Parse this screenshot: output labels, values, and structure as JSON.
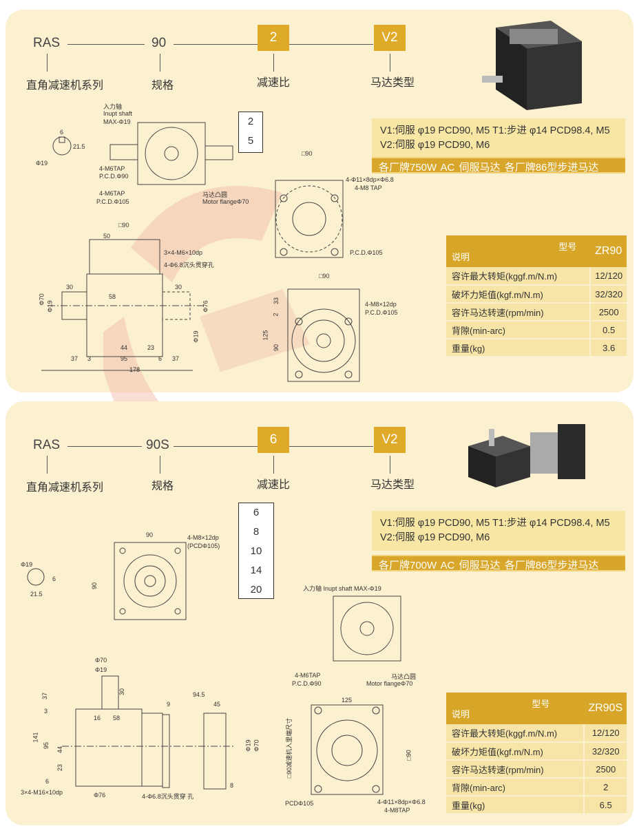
{
  "section1": {
    "code": {
      "series": "RAS",
      "size": "90",
      "ratio": "2",
      "motor": "V2"
    },
    "captions": {
      "series": "直角减速机系列",
      "size": "规格",
      "ratio": "减速比",
      "motor": "马达类型"
    },
    "ratios": [
      "2",
      "5"
    ],
    "spec_lines": [
      "V1:伺服 φ19  PCD90, M5  T1:步进 φ14  PCD98.4, M5",
      "V2:伺服 φ19  PCD90, M6"
    ],
    "band": "各厂牌750W AC 伺服马达     各厂牌86型步进马达",
    "table": {
      "header_left": "说明",
      "header_mid": "型号",
      "model": "ZR90",
      "rows": [
        {
          "label": "容许最大转矩(kggf.m/N.m)",
          "value": "12/120"
        },
        {
          "label": "破坏力矩值(kgf.m/N.m)",
          "value": "32/320"
        },
        {
          "label": "容许马达转速(rpm/min)",
          "value": "2500"
        },
        {
          "label": "背隙(min-arc)",
          "value": "0.5"
        },
        {
          "label": "重量(kg)",
          "value": "3.6"
        }
      ]
    },
    "drawing_labels": [
      "入力轴",
      "Inupt shaft",
      "MAX-Φ19",
      "Φ19",
      "6",
      "21.5",
      "4-M6TAP",
      "P.C.D.Φ90",
      "4-M6TAP",
      "P.C.D.Φ105",
      "马达凸圆",
      "Motor flangeΦ70",
      "□90",
      "4-Φ11×8dp×Φ6.8",
      "4-M8 TAP",
      "P.C.D.Φ105",
      "□90",
      "50",
      "3×4-M6×10dp",
      "4-Φ6.8沉头贯穿孔",
      "30",
      "30",
      "58",
      "Φ70",
      "Φ19",
      "Φ76",
      "Φ19",
      "44",
      "23",
      "37",
      "3",
      "95",
      "6",
      "37",
      "178",
      "□90",
      "4-M8×12dp",
      "P.C.D.Φ105",
      "33",
      "2",
      "125",
      "90"
    ]
  },
  "section2": {
    "code": {
      "series": "RAS",
      "size": "90S",
      "ratio": "6",
      "motor": "V2"
    },
    "captions": {
      "series": "直角减速机系列",
      "size": "规格",
      "ratio": "减速比",
      "motor": "马达类型"
    },
    "ratios": [
      "6",
      "8",
      "10",
      "14",
      "20"
    ],
    "spec_lines": [
      "V1:伺服 φ19  PCD90, M5  T1:步进 φ14  PCD98.4, M5",
      "V2:伺服 φ19  PCD90, M6"
    ],
    "band": "各厂牌700W AC 伺服马达     各厂牌86型步进马达",
    "table": {
      "header_left": "说明",
      "header_mid": "型号",
      "model": "ZR90S",
      "rows": [
        {
          "label": "容许最大转矩(kggf.m/N.m)",
          "value": "12/120"
        },
        {
          "label": "破坏力矩值(kgf.m/N.m)",
          "value": "32/320"
        },
        {
          "label": "容许马达转速(rpm/min)",
          "value": "2500"
        },
        {
          "label": "背隙(min-arc)",
          "value": "2"
        },
        {
          "label": "重量(kg)",
          "value": "6.5"
        }
      ]
    },
    "drawing_labels": [
      "90",
      "4-M8×12dp",
      "(PCDΦ105)",
      "90",
      "Φ19",
      "21.5",
      "6",
      "入力轴 Inupt shaft MAX-Φ19",
      "4-M6TAP",
      "P.C.D.Φ90",
      "马达凸圆",
      "Motor flangeΦ70",
      "Φ70",
      "Φ19",
      "37",
      "30",
      "3",
      "94.5",
      "9",
      "45",
      "16",
      "58",
      "141",
      "95",
      "44",
      "23",
      "6",
      "Φ19",
      "Φ70",
      "□90减速机入里端尺寸",
      "3×4-M16×10dp",
      "Φ76",
      "4-Φ6.8沉头贯穿 孔",
      "8",
      "125",
      "□90",
      "PCDΦ105",
      "4-Φ11×8dp×Φ6.8",
      "4-M8TAP"
    ]
  },
  "colors": {
    "panel": "#fbf0cf",
    "gold": "#d8a62a",
    "spec_bg": "#f8e6a4"
  }
}
